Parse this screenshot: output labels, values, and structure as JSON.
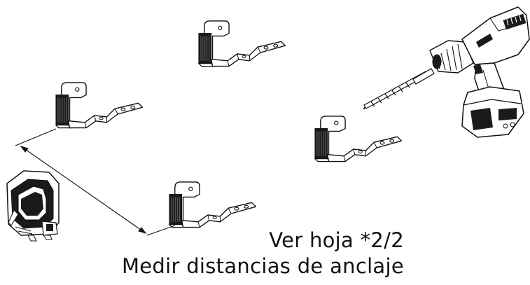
{
  "captions": {
    "sheet_reference": "Ver hoja *2/2",
    "instruction": "Medir distancias de anclaje"
  },
  "illustration": {
    "objects": [
      "roof-hook-bracket",
      "roof-hook-bracket",
      "roof-hook-bracket",
      "roof-hook-bracket",
      "tape-measure-icon",
      "cordless-drill-icon",
      "drill-bit-icon",
      "dimension-arrow"
    ],
    "line_color": "#111111",
    "fill_color": "#ffffff"
  }
}
